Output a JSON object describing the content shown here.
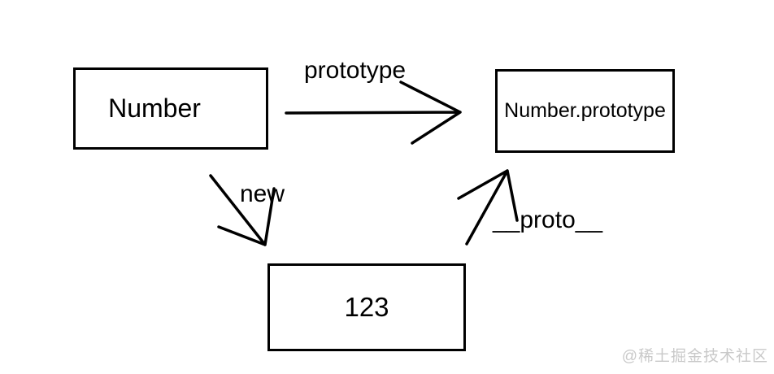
{
  "boxes": {
    "number": {
      "label": "Number"
    },
    "prototype": {
      "label": "Number.prototype"
    },
    "instance": {
      "label": "123"
    }
  },
  "arrows": {
    "prototype": {
      "label": "prototype"
    },
    "new": {
      "label": "new"
    },
    "proto": {
      "label": "__proto__"
    }
  },
  "watermark": "@稀土掘金技术社区",
  "colors": {
    "line": "#000000",
    "text": "#000000",
    "watermark": "#c9c9c9",
    "background": "#ffffff"
  }
}
